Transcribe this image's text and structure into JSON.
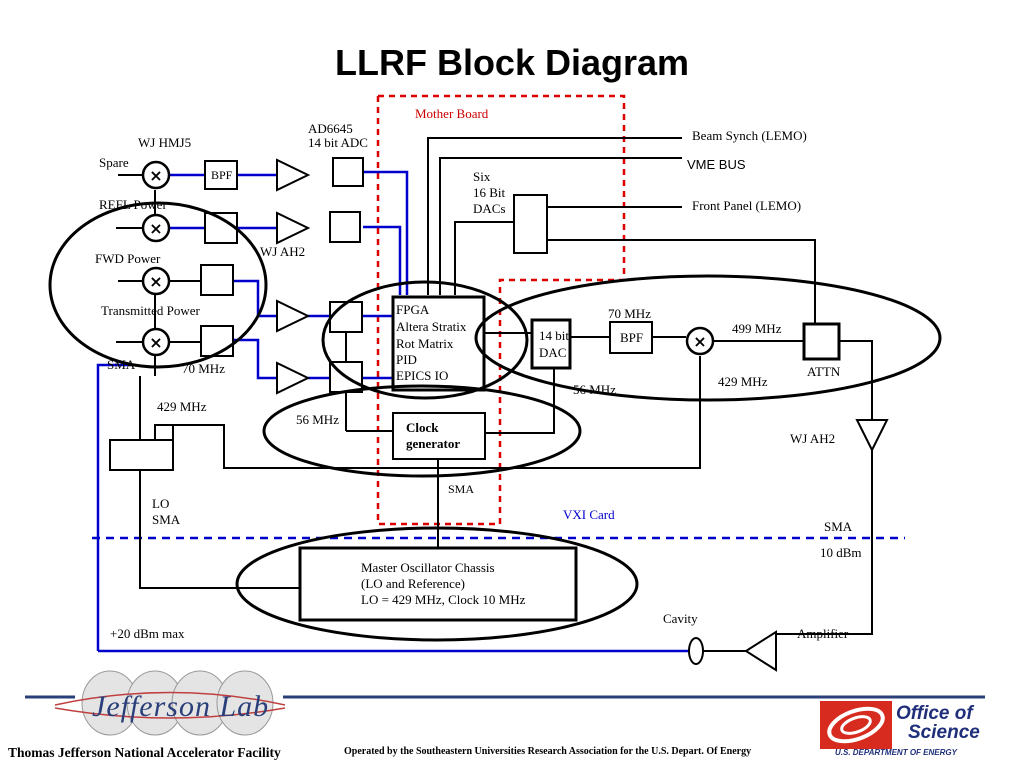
{
  "title": "LLRF Block Diagram",
  "labels": {
    "mother_board": "Mother Board",
    "ad6645_l1": "AD6645",
    "ad6645_l2": "14 bit ADC",
    "wj_hmj5": "WJ HMJ5",
    "spare": "Spare",
    "bpf_small": "BPF",
    "refl_power": "REFL Power",
    "wj_ah2_top": "WJ AH2",
    "fwd_power": "FWD Power",
    "transmitted_power": "Transmitted Power",
    "sma_left": "SMA",
    "mhz70_left": "70 MHz",
    "mhz429_left": "429 MHz",
    "mhz56_left": "56 MHz",
    "six_l1": "Six",
    "six_l2": "16 Bit",
    "six_l3": "DACs",
    "beam_synch": "Beam Synch (LEMO)",
    "vme_bus": "VME BUS",
    "front_panel": "Front Panel (LEMO)",
    "fpga_l1": "FPGA",
    "fpga_l2": "Altera Stratix",
    "fpga_l3": "Rot Matrix",
    "fpga_l4": "PID",
    "fpga_l5": "EPICS IO",
    "dac_l1": "14 bit",
    "dac_l2": "DAC",
    "mhz70_right": "70  MHz",
    "bpf_right": "BPF",
    "mhz499": "499 MHz",
    "mhz429_right": "429 MHz",
    "attn": "ATTN",
    "mhz56_mid": "56 MHz",
    "clock_l1": "Clock",
    "clock_l2": "generator",
    "wj_ah2_right": "WJ AH2",
    "sma_center": "SMA",
    "vxi_card": "VXI Card",
    "lo": "LO",
    "lo_sma": "SMA",
    "sma_right": "SMA",
    "dbm10": "10 dBm",
    "mo_l1": "Master Oscillator  Chassis",
    "mo_l2": "(LO and Reference)",
    "mo_l3": "LO = 429 MHz, Clock 10 MHz",
    "cavity": "Cavity",
    "amplifier": "Amplifier",
    "dbm20": "+20 dBm max"
  },
  "footer": {
    "left": "Thomas Jefferson National Accelerator Facility",
    "middle": "Operated by the Southeastern Universities Research Association for the U.S. Depart. Of Energy",
    "jlab_logo_text": "Jefferson Lab",
    "doe_line1": "Office of",
    "doe_line2": "Science",
    "doe_line3": "U.S. DEPARTMENT OF ENERGY"
  },
  "colors": {
    "signal_line": "#0000cc",
    "mother_board_outline": "#dd0000",
    "doe_red": "#d62b1e",
    "doe_blue": "#1f2f7a"
  }
}
